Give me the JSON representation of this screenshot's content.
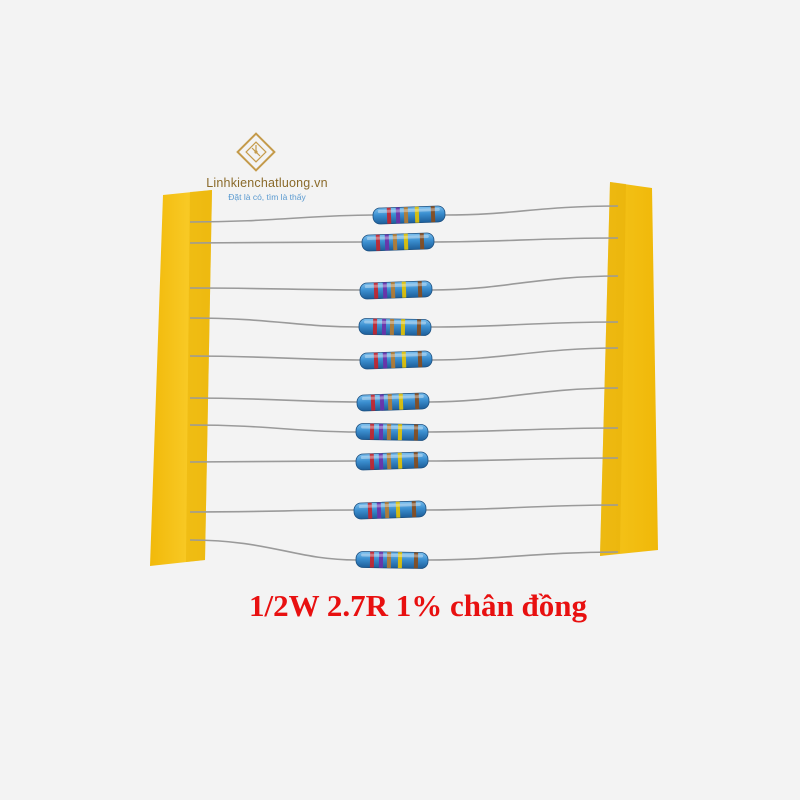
{
  "brand": {
    "name": "Linhkienchatluong.vn",
    "slogan": "Đặt là có, tìm là thấy",
    "icon": "circuit-chip-logo-icon"
  },
  "caption": "1/2W 2.7R 1% chân đồng",
  "colors": {
    "background": "#f3f3f3",
    "tape": "#f6c315",
    "resistor_body": "#3b8fd0",
    "caption": "#e81010"
  }
}
